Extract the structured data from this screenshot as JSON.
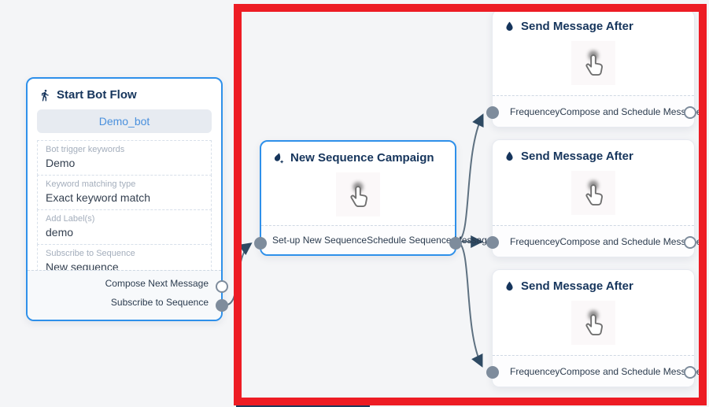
{
  "canvas": {
    "background": "#f4f5f7"
  },
  "colors": {
    "node_border_blue": "#2e90ea",
    "title_navy": "#16355c",
    "connector_gray": "#7e8c9c",
    "wire_gray": "#5e7181",
    "arrow_navy": "#2e4a63",
    "highlight_red": "#ed1c24",
    "bot_button_blue": "#4a90dd"
  },
  "nodes": {
    "start_bot_flow": {
      "title": "Start Bot Flow",
      "icon": "walking-person-icon",
      "bot_name": "Demo_bot",
      "fields": [
        {
          "label": "Bot trigger keywords",
          "value": "Demo"
        },
        {
          "label": "Keyword matching type",
          "value": "Exact keyword match"
        },
        {
          "label": "Add Label(s)",
          "value": "demo"
        },
        {
          "label": "Subscribe to Sequence",
          "value": "New sequence"
        }
      ],
      "outputs": [
        {
          "label": "Compose Next Message",
          "connector": "open"
        },
        {
          "label": "Subscribe to Sequence",
          "connector": "filled"
        }
      ]
    },
    "new_sequence_campaign": {
      "title": "New Sequence Campaign",
      "icon": "ink-campaign-icon",
      "body_icon": "tap-cursor-icon",
      "input_label": "Set-up New Sequence",
      "output_label": "Schedule Sequence Message"
    },
    "send_message_after": {
      "title": "Send Message After",
      "icon": "water-drop-icon",
      "body_icon": "tap-cursor-icon",
      "input_label": "Frequencey",
      "output_label": "Compose and Schedule Message",
      "instance_count": 3
    }
  },
  "connections": [
    {
      "from": "Start Bot Flow / Subscribe to Sequence",
      "to": "New Sequence Campaign / Set-up New Sequence"
    },
    {
      "from": "New Sequence Campaign / Schedule Sequence Message",
      "to": "Send Message After 1 / Frequencey"
    },
    {
      "from": "New Sequence Campaign / Schedule Sequence Message",
      "to": "Send Message After 2 / Frequencey"
    },
    {
      "from": "New Sequence Campaign / Schedule Sequence Message",
      "to": "Send Message After 3 / Frequencey"
    }
  ],
  "annotation": {
    "type": "red-highlight-rectangle"
  }
}
